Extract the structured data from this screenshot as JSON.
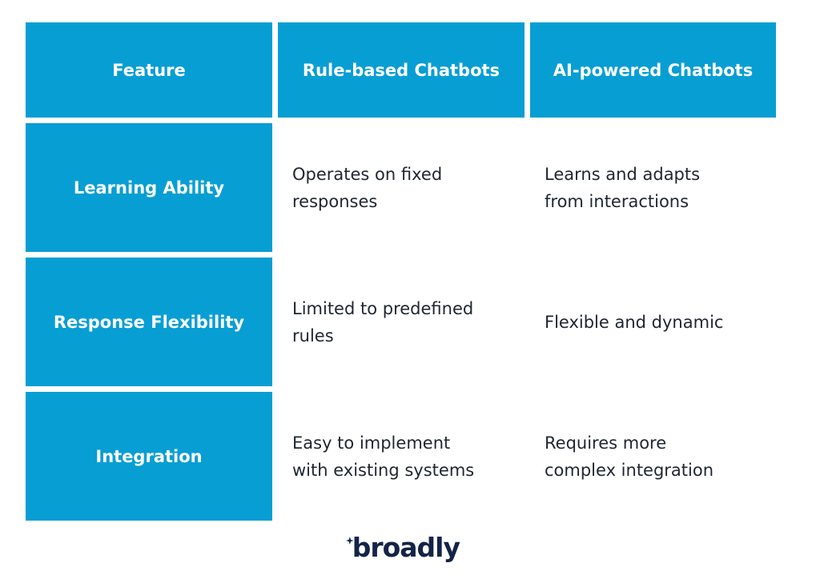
{
  "table": {
    "headers": [
      "Feature",
      "Rule-based Chatbots",
      "AI-powered Chatbots"
    ],
    "rows": [
      {
        "feature": "Learning Ability",
        "rule": [
          "Operates on fixed",
          "responses"
        ],
        "ai": [
          "Learns and adapts",
          "from interactions"
        ]
      },
      {
        "feature": "Response Flexibility",
        "rule": [
          "Limited to predefined",
          "rules"
        ],
        "ai": [
          "Flexible and dynamic"
        ]
      },
      {
        "feature": "Integration",
        "rule": [
          "Easy to implement",
          "with existing systems"
        ],
        "ai": [
          "Requires more",
          "complex integration"
        ]
      }
    ]
  },
  "brand": {
    "logo_text": "broadly",
    "logo_color": "#142447",
    "icon": "sparkle-icon"
  },
  "colors": {
    "cell_blue": "#079ed4",
    "header_text": "#ffffff",
    "body_text": "#1f2630"
  }
}
